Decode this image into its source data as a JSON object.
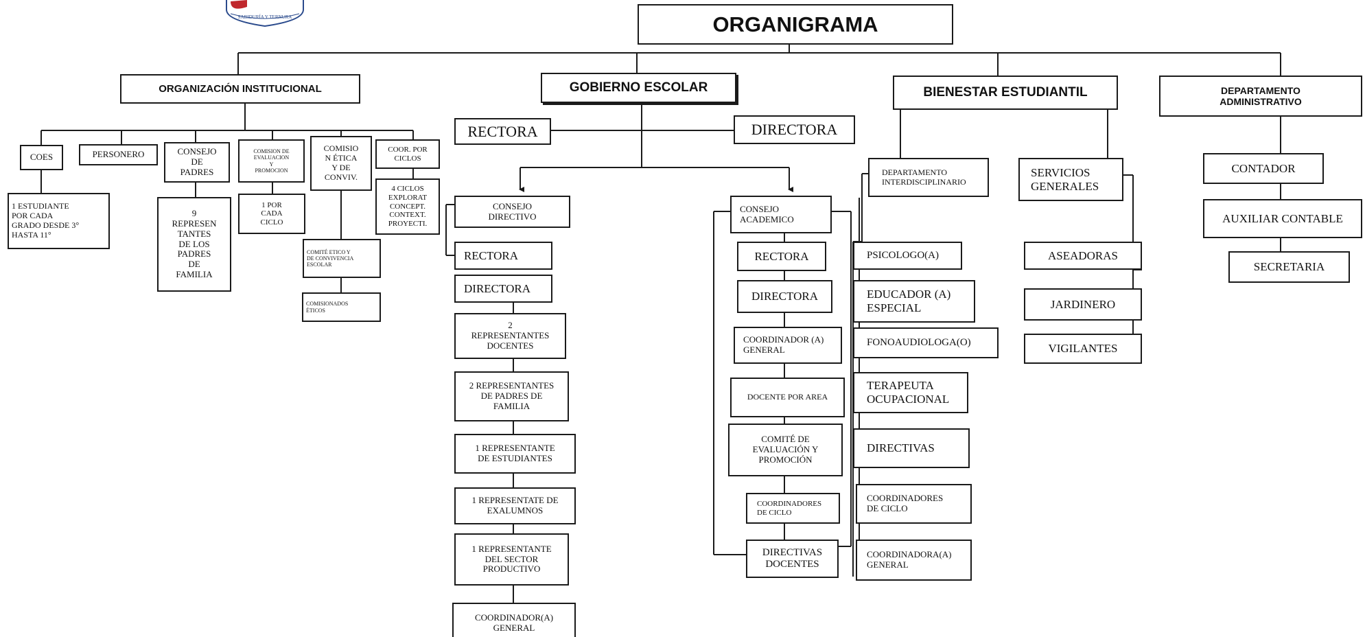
{
  "colors": {
    "line": "#1a1a1a",
    "text": "#111111",
    "background": "#ffffff",
    "logo_accent": "#c0282d",
    "logo_blue": "#2a4a8c"
  },
  "logo": {
    "motto": "SABIDURÍA Y TERNURA"
  },
  "title": "ORGANIGRAMA",
  "organizacion": {
    "label": "ORGANIZACIÓN INSTITUCIONAL",
    "coes": "COES",
    "coes_detail": "1 ESTUDIANTE\nPOR CADA\nGRADO DESDE 3°\nHASTA 11°",
    "personero": "PERSONERO",
    "consejo_padres": "CONSEJO\nDE\nPADRES",
    "consejo_padres_detail": "9\nREPRESEN\nTANTES\nDE LOS\nPADRES\nDE\nFAMILIA",
    "comision_evaluacion": "COMISION DE\nEVALUACION\nY\nPROMOCION",
    "comision_evaluacion_detail": "1 POR\nCADA\nCICLO",
    "comision_etica": "COMISIO\nN ÉTICA\nY DE\nCONVIV.",
    "comite_etico": "COMITÉ ETICO Y\nDE CONVIVENCIA\nESCOLAR",
    "comisionados": "COMISIONADOS\nÉTICOS",
    "coor_ciclos": "COOR. POR\nCICLOS",
    "coor_ciclos_detail": "4 CICLOS\nEXPLORAT\nCONCEPT.\nCONTEXT.\nPROYECTI."
  },
  "gobierno": {
    "label": "GOBIERNO ESCOLAR",
    "rectora": "RECTORA",
    "directora": "DIRECTORA",
    "consejo_directivo": {
      "label": "CONSEJO\nDIRECTIVO",
      "members": [
        "RECTORA",
        "DIRECTORA",
        "2\nREPRESENTANTES\nDOCENTES",
        "2 REPRESENTANTES\nDE PADRES DE\nFAMILIA",
        "1 REPRESENTANTE\nDE ESTUDIANTES",
        "1 REPRESENTATE DE\nEXALUMNOS",
        "1 REPRESENTANTE\nDEL SECTOR\nPRODUCTIVO",
        "COORDINADOR(A)\nGENERAL"
      ]
    },
    "consejo_academico": {
      "label": "CONSEJO\nACADEMICO",
      "members": [
        "RECTORA",
        "DIRECTORA",
        "COORDINADOR (A)\nGENERAL",
        "DOCENTE POR AREA",
        "COMITÉ DE\nEVALUACIÓN Y\nPROMOCIÓN",
        "COORDINADORES\nDE CICLO",
        "DIRECTIVAS\nDOCENTES"
      ]
    }
  },
  "bienestar": {
    "label": "BIENESTAR ESTUDIANTIL",
    "departamento": "DEPARTAMENTO\nINTERDISCIPLINARIO",
    "departamento_items": [
      "PSICOLOGO(A)",
      "EDUCADOR (A)\nESPECIAL",
      "FONOAUDIOLOGA(O)",
      "TERAPEUTA\nOCUPACIONAL",
      "DIRECTIVAS",
      "COORDINADORES\nDE CICLO",
      "COORDINADORA(A)\nGENERAL"
    ],
    "servicios": "SERVICIOS\nGENERALES",
    "servicios_items": [
      "ASEADORAS",
      "JARDINERO",
      "VIGILANTES"
    ]
  },
  "administrativo": {
    "label": "DEPARTAMENTO\nADMINISTRATIVO",
    "items": [
      "CONTADOR",
      "AUXILIAR CONTABLE",
      "SECRETARIA"
    ]
  }
}
